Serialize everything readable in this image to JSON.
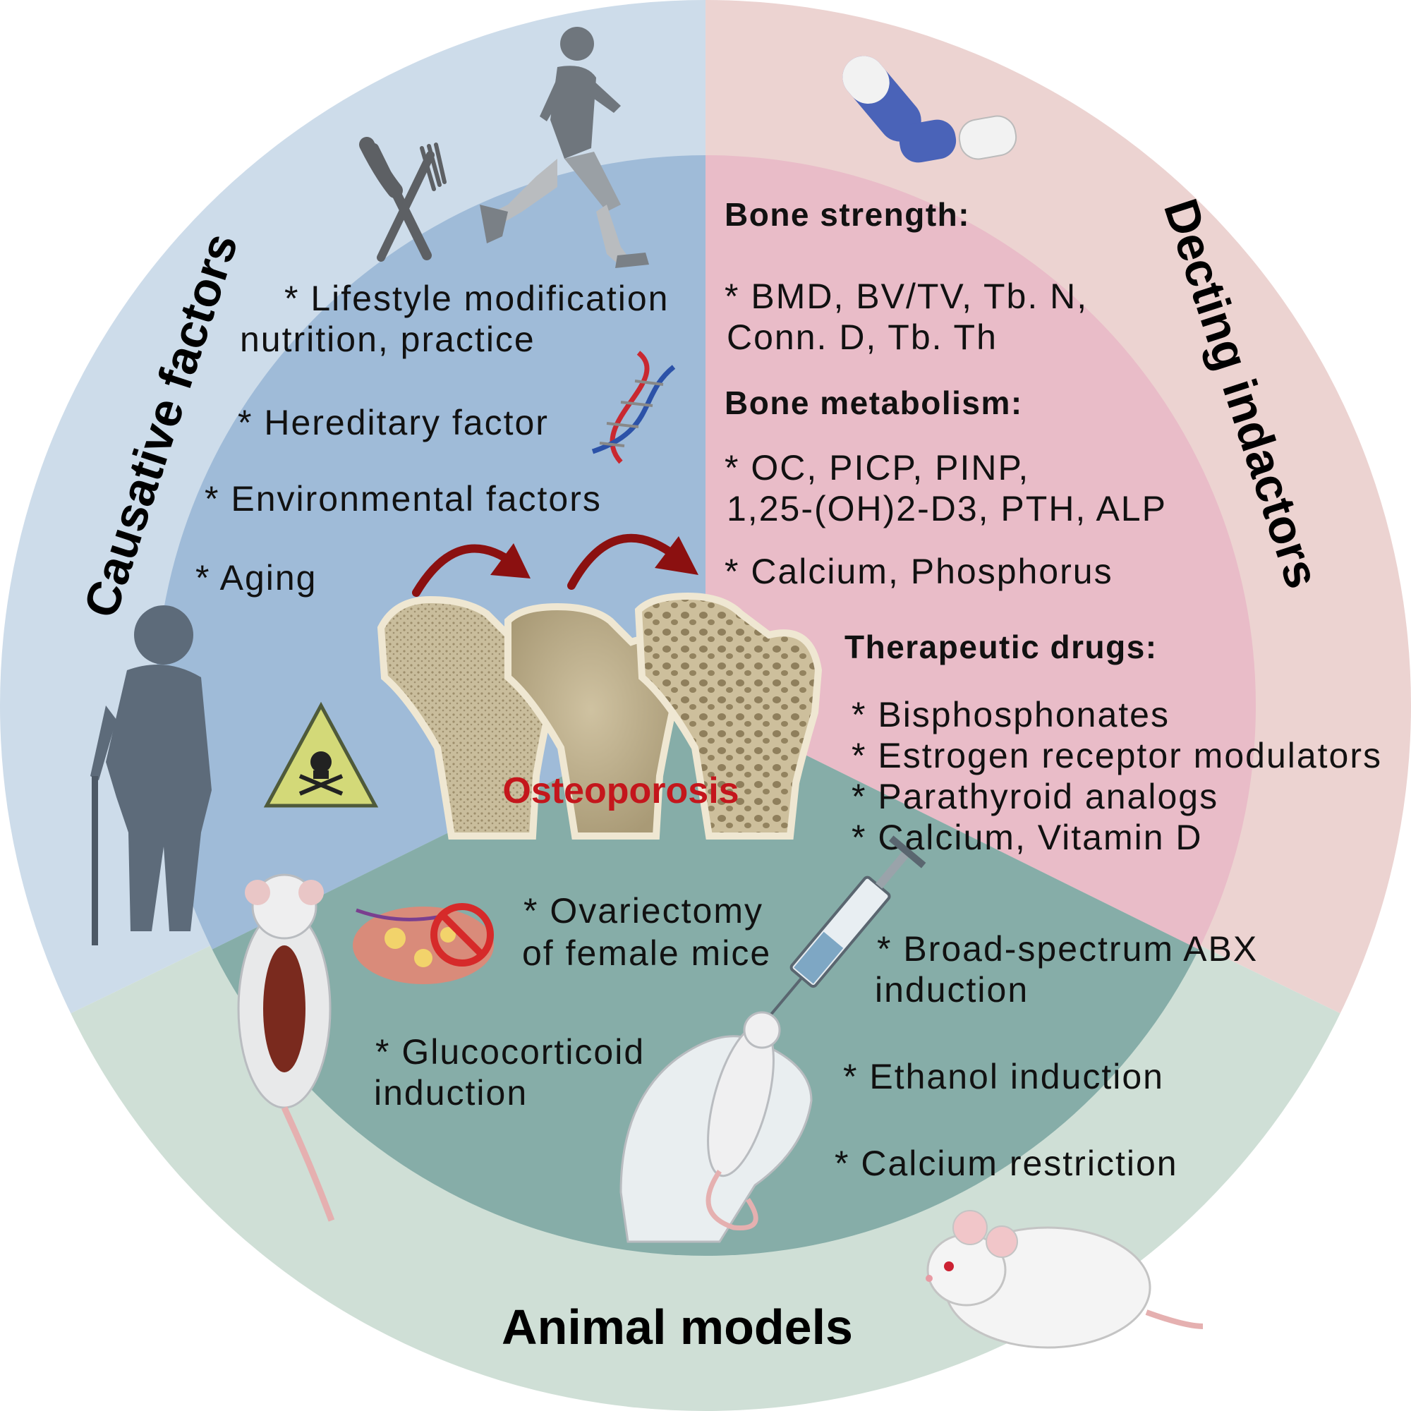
{
  "sections": {
    "causative": {
      "title": "Causative factors",
      "color": "#cddcea",
      "items": [
        "* Lifestyle modification",
        "nutrition, practice",
        "* Hereditary  factor",
        "* Environmental  factors",
        "* Aging"
      ]
    },
    "detecting": {
      "title": "Decting indactors",
      "color": "#ecd3d1",
      "bone_strength": {
        "heading": "Bone strength:",
        "lines": [
          "* BMD,  BV/TV,  Tb. N,",
          "Conn. D,  Tb. Th"
        ]
      },
      "bone_metabolism": {
        "heading": "Bone metabolism:",
        "lines": [
          "* OC,  PICP,  PINP,",
          "1,25-(OH)2-D3,  PTH,  ALP",
          "* Calcium,  Phosphorus"
        ]
      },
      "therapeutic_drugs": {
        "heading": "Therapeutic drugs:",
        "lines": [
          "* Bisphosphonates",
          "* Estrogen  receptor  modulators",
          "* Parathyroid  analogs",
          "* Calcium,  Vitamin  D"
        ]
      }
    },
    "animal": {
      "title": "Animal models",
      "color": "#cfdfd6",
      "items": {
        "ovariectomy": [
          "* Ovariectomy",
          "of  female  mice"
        ],
        "glucocorticoid": [
          "* Glucocorticoid",
          "induction"
        ],
        "abx": [
          "* Broad-spectrum  ABX",
          "induction"
        ],
        "ethanol": "* Ethanol  induction",
        "calcium": "* Calcium  restriction"
      }
    }
  },
  "center_label": "Osteoporosis",
  "colors": {
    "inner_blue": "#9fbbd8",
    "inner_pink": "#e9bcc8",
    "inner_teal": "#86ada8",
    "arrow": "#8b1010",
    "label_red": "#c4161c"
  },
  "icons": [
    "running-man-icon",
    "knife-fork-icon",
    "dna-icon",
    "elderly-man-with-cane-icon",
    "toxic-warning-icon",
    "pills-icon",
    "femur-bones-icon",
    "ovary-prohibited-icon",
    "syringe-icon",
    "mouse-in-glove-icon",
    "dissected-mouse-icon",
    "white-mouse-icon"
  ]
}
